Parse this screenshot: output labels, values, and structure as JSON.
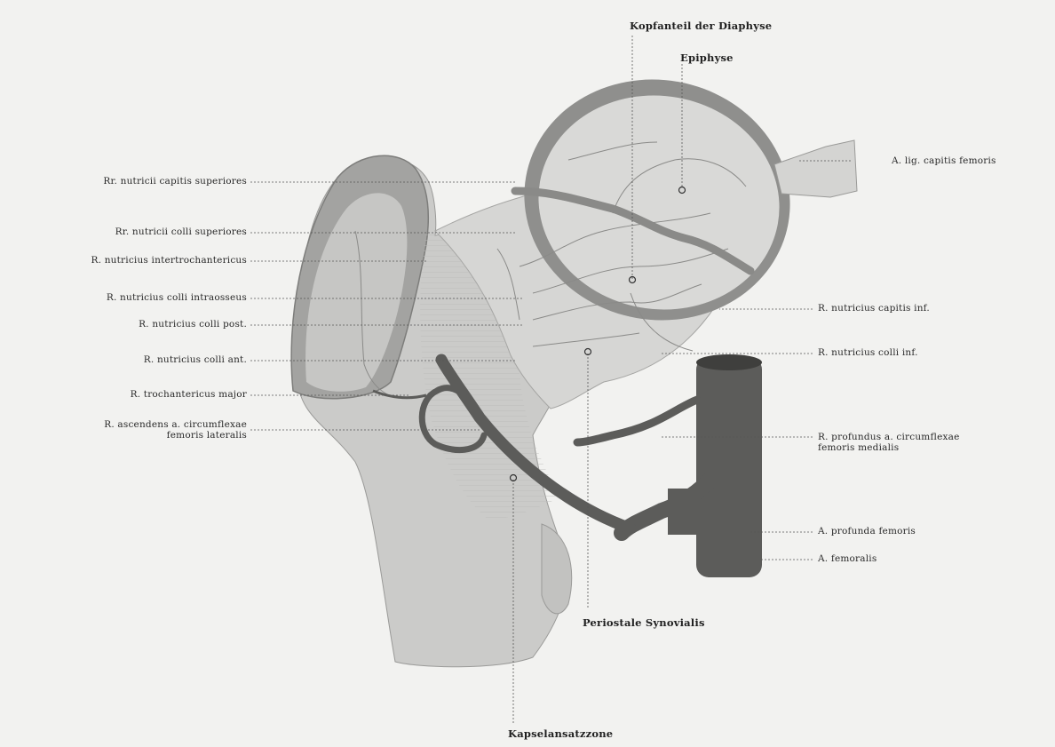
{
  "labels": {
    "kopfanteil": "Kopfanteil der Diaphyse",
    "epiphyse": "Epiphyse",
    "lig_capitis": "A. lig. capitis femoris",
    "rr_capitis_sup": "Rr. nutricii capitis superiores",
    "rr_colli_sup": "Rr. nutricii colli superiores",
    "r_intertroch": "R. nutricius intertrochantericus",
    "r_colli_intraosseus": "R. nutricius colli intraosseus",
    "r_colli_post": "R. nutricius colli post.",
    "r_colli_ant": "R. nutricius colli ant.",
    "r_troch_major": "R. trochantericus major",
    "r_ascendens_1": "R. ascendens a. circumflexae",
    "r_ascendens_2": "femoris lateralis",
    "r_capitis_inf": "R. nutricius capitis inf.",
    "r_colli_inf": "R. nutricius colli inf.",
    "r_profundus_1": "R. profundus a. circumflexae",
    "r_profundus_2": "femoris medialis",
    "a_profunda": "A. profunda femoris",
    "a_femoralis": "A. femoralis",
    "periostale": "Periostale Synovialis",
    "kapselansatz": "Kapselansatzzone"
  },
  "colors": {
    "background": "#f2f2f0",
    "bone": "#c9c9c9",
    "bone_light": "#d8d8d6",
    "cortex": "#8e8e8e",
    "vessel": "#555555",
    "label_text": "#2a2a2a"
  }
}
